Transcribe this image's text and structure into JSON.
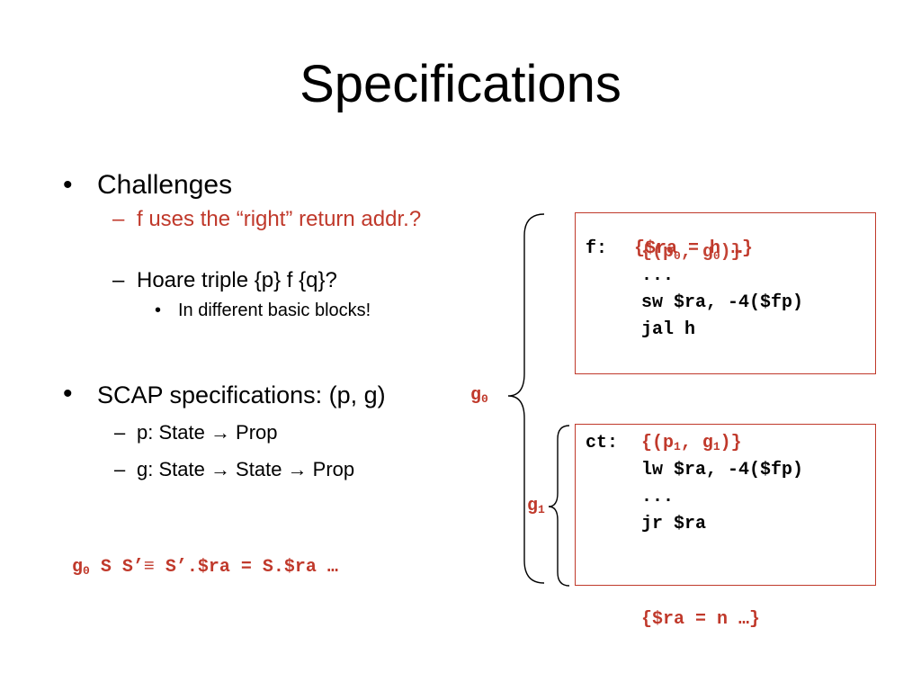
{
  "title": "Specifications",
  "bullets": {
    "challenges": "Challenges",
    "right_ret": "f uses the “right” return addr.?",
    "hoare": "Hoare triple {p} f {q}?",
    "diff_blocks": "In different basic blocks!",
    "scap": "SCAP specifications: (p, g)",
    "p_type": "p: State → Prop",
    "g_type": "g: State → State → Prop"
  },
  "bullet_glyph": "•",
  "dash_glyph": "–",
  "g0_def": {
    "var": "g",
    "sub": "0",
    "rest": " S S’≡ S’.$ra = S.$ra …"
  },
  "brace_labels": {
    "outer": {
      "var": "g",
      "sub": "0"
    },
    "inner": {
      "var": "g",
      "sub": "1"
    }
  },
  "code_f": {
    "label": "f:",
    "spec_overlay": "{$ra = h …}",
    "spec_parts": [
      "{(p",
      "0",
      ", g",
      "0",
      ")}"
    ],
    "lines": [
      "...",
      "sw  $ra, -4($fp)",
      "jal h"
    ]
  },
  "code_ct": {
    "label": "ct:",
    "spec_parts": [
      "{(p",
      "1",
      ", g",
      "1",
      ")}"
    ],
    "lines": [
      "lw  $ra, -4($fp)",
      "...",
      "jr  $ra"
    ]
  },
  "post_spec": "{$ra = n …}",
  "colors": {
    "accent": "#c0392b",
    "text": "#000000",
    "background": "#ffffff"
  }
}
